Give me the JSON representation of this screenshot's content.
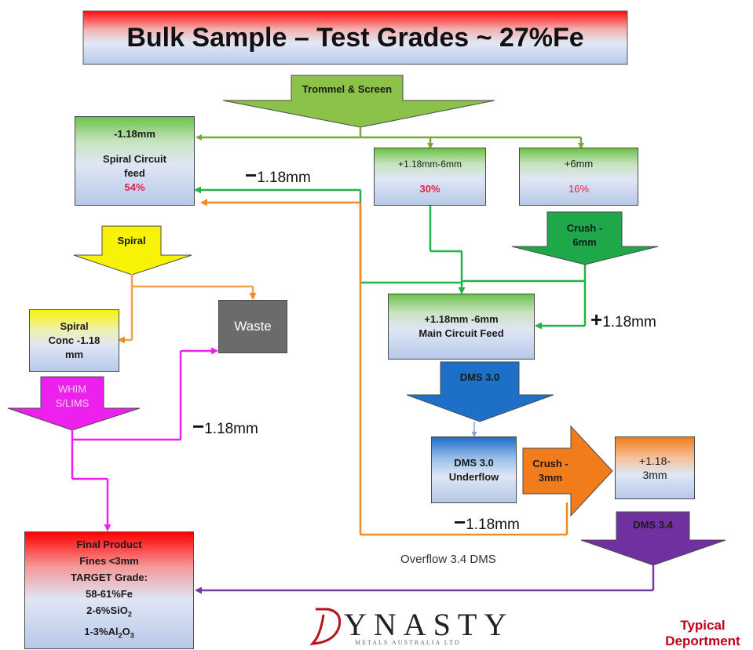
{
  "title": "Bulk Sample – Test Grades ~ 27%Fe",
  "arrows": {
    "trommel": "Trommel & Screen",
    "spiral": "Spiral",
    "crush6_l1": "Crush -",
    "crush6_l2": "6mm",
    "whim_l1": "WHIM",
    "whim_l2": "S/LIMS",
    "dms30": "DMS 3.0",
    "crush3_l1": "Crush -",
    "crush3_l2": "3mm",
    "dms34": "DMS 3.4"
  },
  "boxes": {
    "spiral_feed": {
      "size": "-1.18mm",
      "l1": "Spiral Circuit",
      "l2": "feed",
      "pct": "54%"
    },
    "mid": {
      "size": "+1.18mm-6mm",
      "pct": "30%"
    },
    "plus6": {
      "size": "+6mm",
      "pct": "16%"
    },
    "spiral_conc": {
      "l1": "Spiral",
      "l2": "Conc -1.18",
      "l3": "mm"
    },
    "waste": "Waste",
    "main": {
      "l1": "+1.18mm -6mm",
      "l2": "Main Circuit Feed"
    },
    "dms_under": {
      "l1": "DMS 3.0",
      "l2": "Underflow"
    },
    "plus118_3": {
      "l1": "+1.18-",
      "l2": "3mm"
    },
    "final": {
      "l1": "Final Product",
      "l2": "Fines <3mm",
      "l3": "TARGET Grade:",
      "l4": "58-61%Fe",
      "l5_pre": "2-6%SiO",
      "l5_sub": "2",
      "l6_pre": "1-3%Al",
      "l6_sub1": "2",
      "l6_mid": "O",
      "l6_sub2": "3"
    }
  },
  "labels": {
    "minus": "−",
    "plus": "+",
    "val": "1.18mm",
    "overflow": "Overflow 3.4 DMS"
  },
  "logo": {
    "main": "YNASTY",
    "initial": "D",
    "sub": "METALS AUSTRALIA LTD"
  },
  "footer": {
    "l1": "Typical",
    "l2": "Deportment"
  },
  "colors": {
    "green_line": "#22b14c",
    "olive_line": "#77a83a",
    "orange_line": "#f08a24",
    "magenta_line": "#ee20ee",
    "purple_line": "#7a3a9a",
    "red_text": "#c0001a"
  }
}
